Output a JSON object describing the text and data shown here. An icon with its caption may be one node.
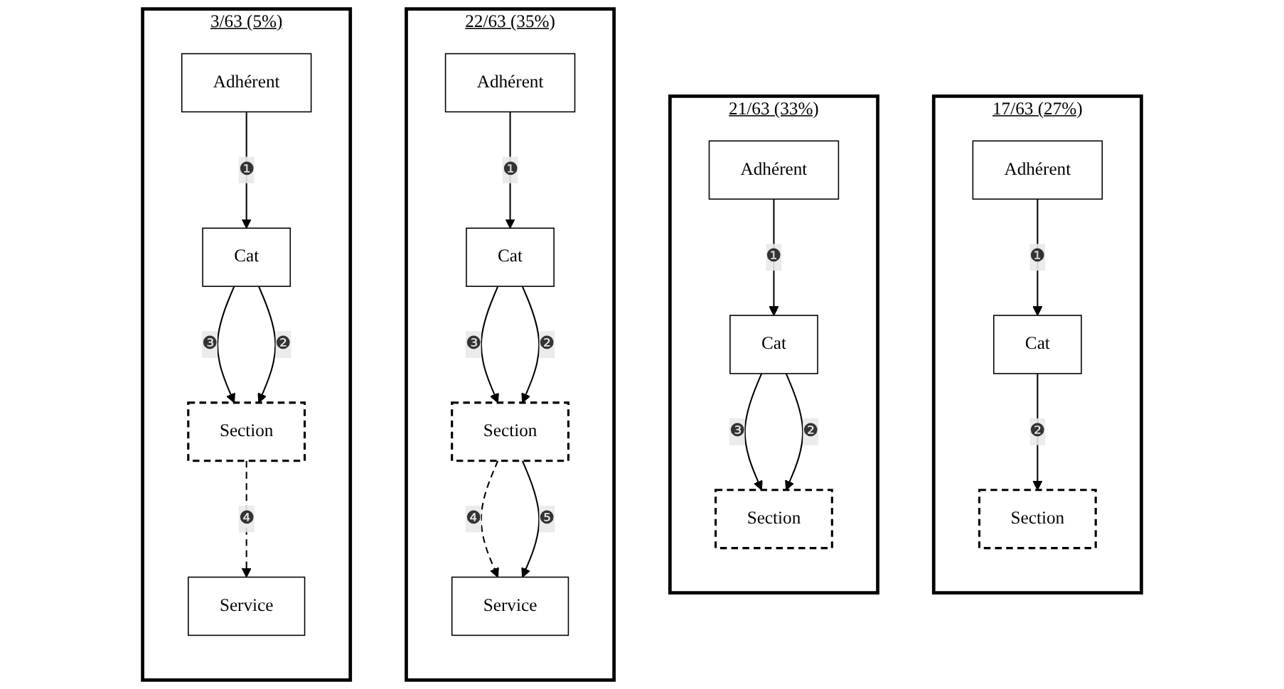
{
  "diagram": {
    "nodes": [
      {
        "text": [
          "17/63 (27%)"
        ]
      },
      {
        "text": [
          "Cat"
        ],
        "in": 0
      },
      {
        "text": [
          "Section"
        ],
        "in": 0
      },
      {
        "text": [
          "Adhérent"
        ],
        "in": 0
      },
      {
        "text": [
          "21/63 (33%)"
        ]
      },
      {
        "text": [
          "Cat"
        ],
        "in": 4
      },
      {
        "text": [
          "Section"
        ],
        "in": 4
      },
      {
        "text": [
          "Adhérent"
        ],
        "in": 4
      },
      {
        "text": [
          "22/63 (35%)"
        ]
      },
      {
        "text": [
          "Cat"
        ],
        "in": 8
      },
      {
        "text": [
          "Section"
        ],
        "in": 8
      },
      {
        "text": [
          "Adhérent"
        ],
        "in": 8
      },
      {
        "text": [
          "Service"
        ],
        "in": 8
      },
      {
        "text": [
          "3/63 (5%)"
        ]
      },
      {
        "text": [
          "Cat"
        ],
        "in": 13
      },
      {
        "text": [
          "Section"
        ],
        "in": 13
      },
      {
        "text": [
          "Adhérent"
        ],
        "in": 13
      },
      {
        "text": [
          "Service"
        ],
        "in": 13
      }
    ],
    "edges": [
      {
        "from": 3,
        "to": 1,
        "arrow": "to",
        "label": "❶"
      },
      {
        "from": 1,
        "to": 2,
        "arrow": "to",
        "label": "❷"
      },
      {
        "from": 7,
        "to": 5,
        "arrow": "to",
        "label": "❶"
      },
      {
        "from": 5,
        "to": 6,
        "arrow": "to",
        "label": "❸"
      },
      {
        "from": 5,
        "to": 6,
        "arrow": "to",
        "label": "❷"
      },
      {
        "from": 11,
        "to": 9,
        "arrow": "to",
        "label": "❶"
      },
      {
        "from": 9,
        "to": 10,
        "arrow": "to",
        "label": "❸"
      },
      {
        "from": 9,
        "to": 10,
        "arrow": "to",
        "label": "❷"
      },
      {
        "from": 10,
        "to": 12,
        "arrow": "to",
        "label": "❹",
        "style": "dashed"
      },
      {
        "from": 10,
        "to": 12,
        "arrow": "to",
        "label": "❺"
      },
      {
        "from": 16,
        "to": 14,
        "arrow": "to",
        "label": "❶"
      },
      {
        "from": 14,
        "to": 15,
        "arrow": "to",
        "label": "❸"
      },
      {
        "from": 14,
        "to": 15,
        "arrow": "to",
        "label": "❷"
      },
      {
        "from": 15,
        "to": 17,
        "arrow": "to",
        "label": "❹",
        "style": "dashed"
      }
    ]
  }
}
